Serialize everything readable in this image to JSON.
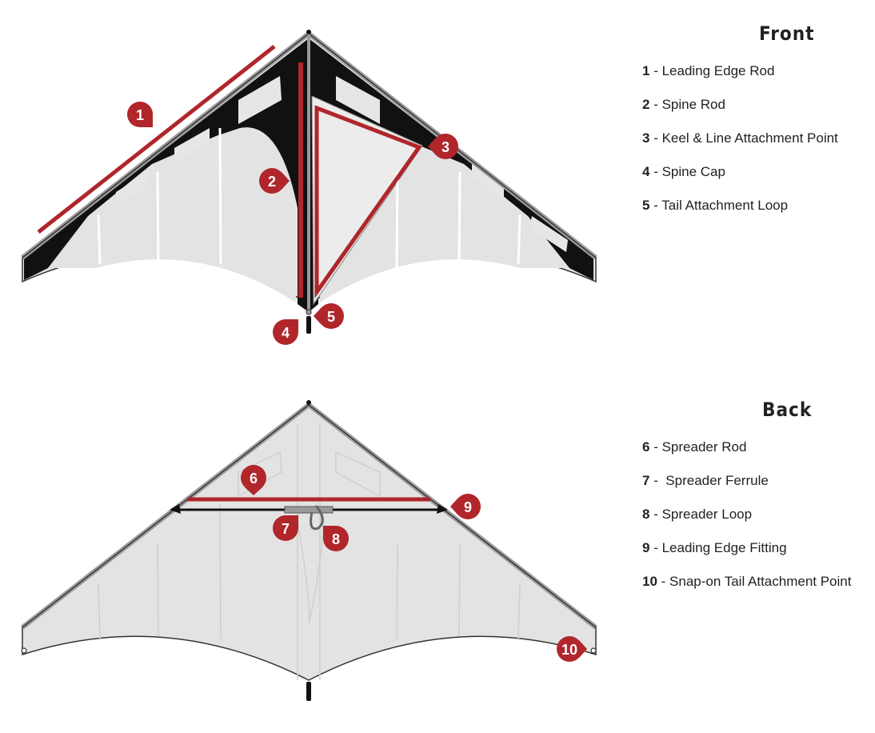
{
  "front": {
    "title": "Front",
    "items": [
      {
        "num": "1",
        "label": " - Leading Edge Rod"
      },
      {
        "num": "2",
        "label": " - Spine Rod"
      },
      {
        "num": "3",
        "label": " - Keel & Line Attachment Point"
      },
      {
        "num": "4",
        "label": " - Spine Cap"
      },
      {
        "num": "5",
        "label": " - Tail Attachment Loop"
      }
    ]
  },
  "back": {
    "title": "Back",
    "items": [
      {
        "num": "6",
        "label": " - Spreader Rod"
      },
      {
        "num": "7",
        "label": " -  Spreader Ferrule"
      },
      {
        "num": "8",
        "label": " - Spreader Loop"
      },
      {
        "num": "9",
        "label": " - Leading Edge Fitting"
      },
      {
        "num": "10",
        "label": " - Snap-on Tail Attachment Point"
      }
    ]
  },
  "markers": {
    "m1": "1",
    "m2": "2",
    "m3": "3",
    "m4": "4",
    "m5": "5",
    "m6": "6",
    "m7": "7",
    "m8": "8",
    "m9": "9",
    "m10": "10"
  },
  "colors": {
    "accent": "#b0262b",
    "sail": "#e3e3e3",
    "frame": "#111111",
    "edge": "#9a9a9a"
  }
}
